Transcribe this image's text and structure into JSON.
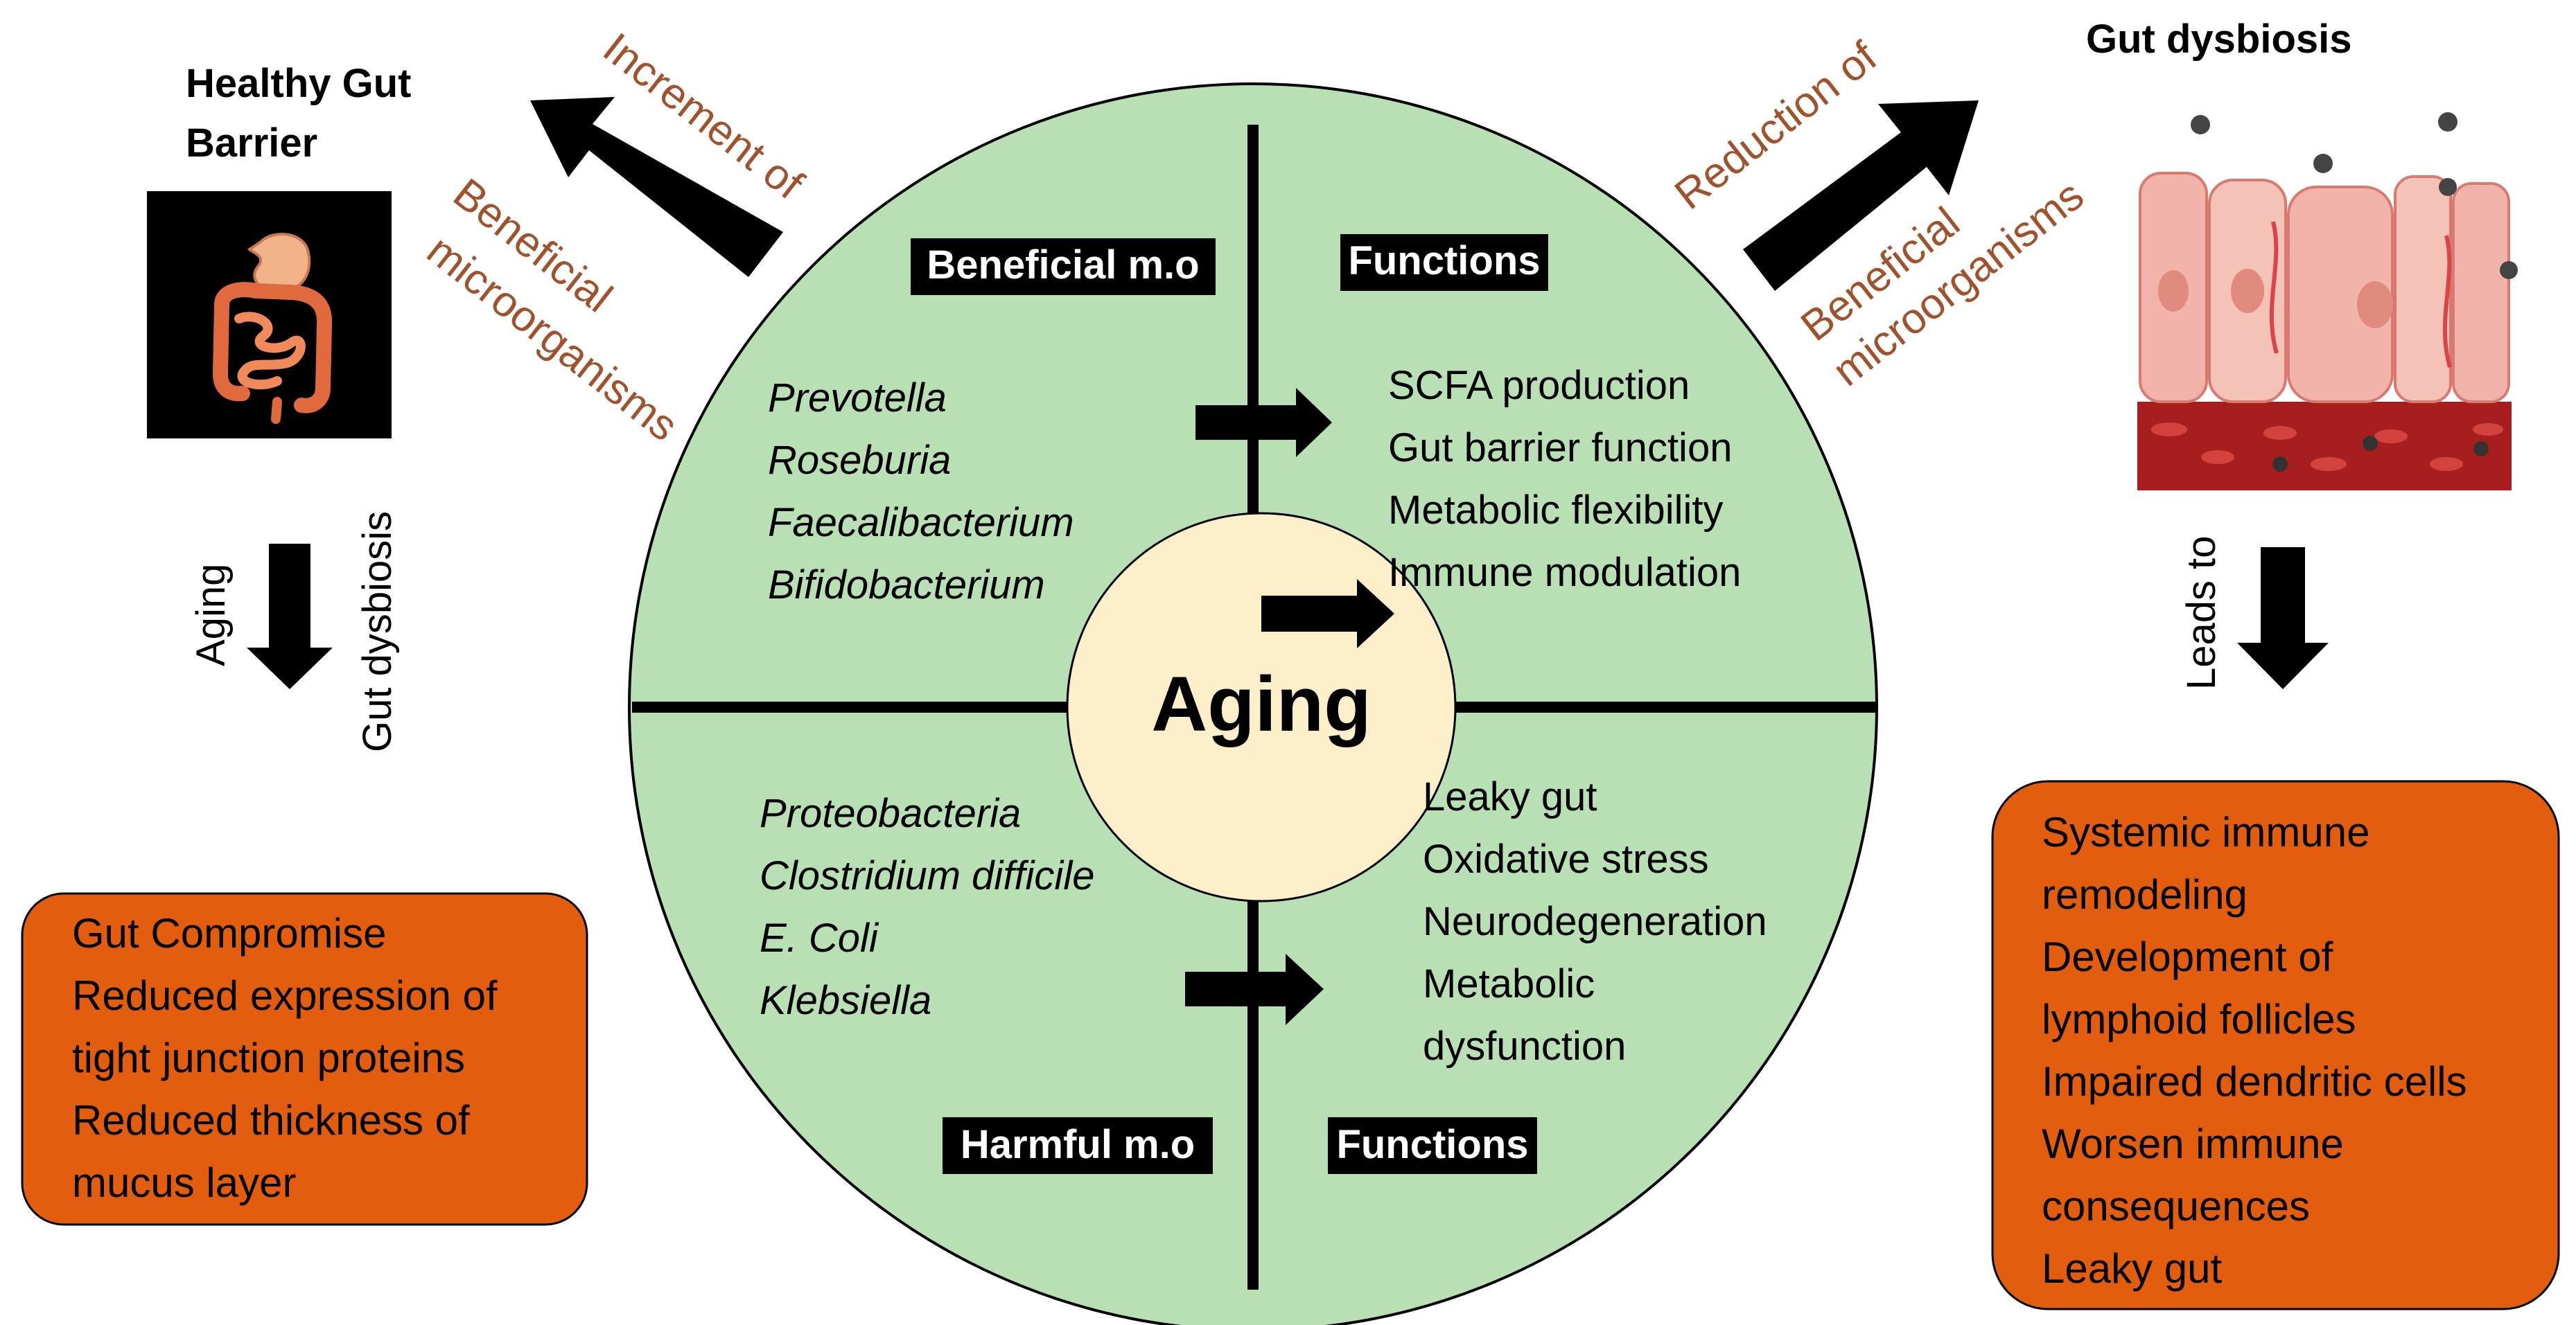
{
  "colors": {
    "circle_fill": "#b9e0b4",
    "center_fill": "#fdefc9",
    "box_fill": "#e35d0f",
    "annotation": "#a0522d",
    "label_bg": "#000000",
    "label_text": "#ffffff"
  },
  "left": {
    "title_line1": "Healthy Gut",
    "title_line2": "Barrier",
    "arrow_label_1": "Increment of",
    "arrow_label_2a": "Beneficial",
    "arrow_label_2b": "microorganisms",
    "down_left": "Aging",
    "down_right": "Gut dysbiosis",
    "box_lines": [
      "Gut Compromise",
      "Reduced expression of",
      "tight junction proteins",
      "Reduced thickness of",
      "mucus layer"
    ],
    "image_icon": "digestive-system-icon"
  },
  "right": {
    "title": "Gut dysbiosis",
    "arrow_label_1": "Reduction of",
    "arrow_label_2a": "Beneficial",
    "arrow_label_2b": "microorganisms",
    "down_label": "Leads to",
    "box_lines": [
      "Systemic immune",
      "remodeling",
      "Development of",
      "lymphoid follicles",
      "Impaired dendritic cells",
      "Worsen immune",
      "consequences",
      "Leaky gut"
    ],
    "image_icon": "intestinal-epithelium-bacteria-icon"
  },
  "circle": {
    "center": "Aging",
    "q1_header": "Beneficial m.o",
    "q1_items": [
      "Prevotella",
      "Roseburia",
      "Faecalibacterium",
      "Bifidobacterium"
    ],
    "q2_header": "Functions",
    "q2_items": [
      "SCFA production",
      "Gut barrier function",
      "Metabolic flexibility",
      "Immune modulation"
    ],
    "q3_header": "Harmful m.o",
    "q3_items": [
      "Proteobacteria",
      "Clostridium difficile",
      "E. Coli",
      "Klebsiella"
    ],
    "q4_header": "Functions",
    "q4_items": [
      "Leaky gut",
      "Oxidative stress",
      "Neurodegeneration",
      "Metabolic",
      "dysfunction"
    ]
  }
}
